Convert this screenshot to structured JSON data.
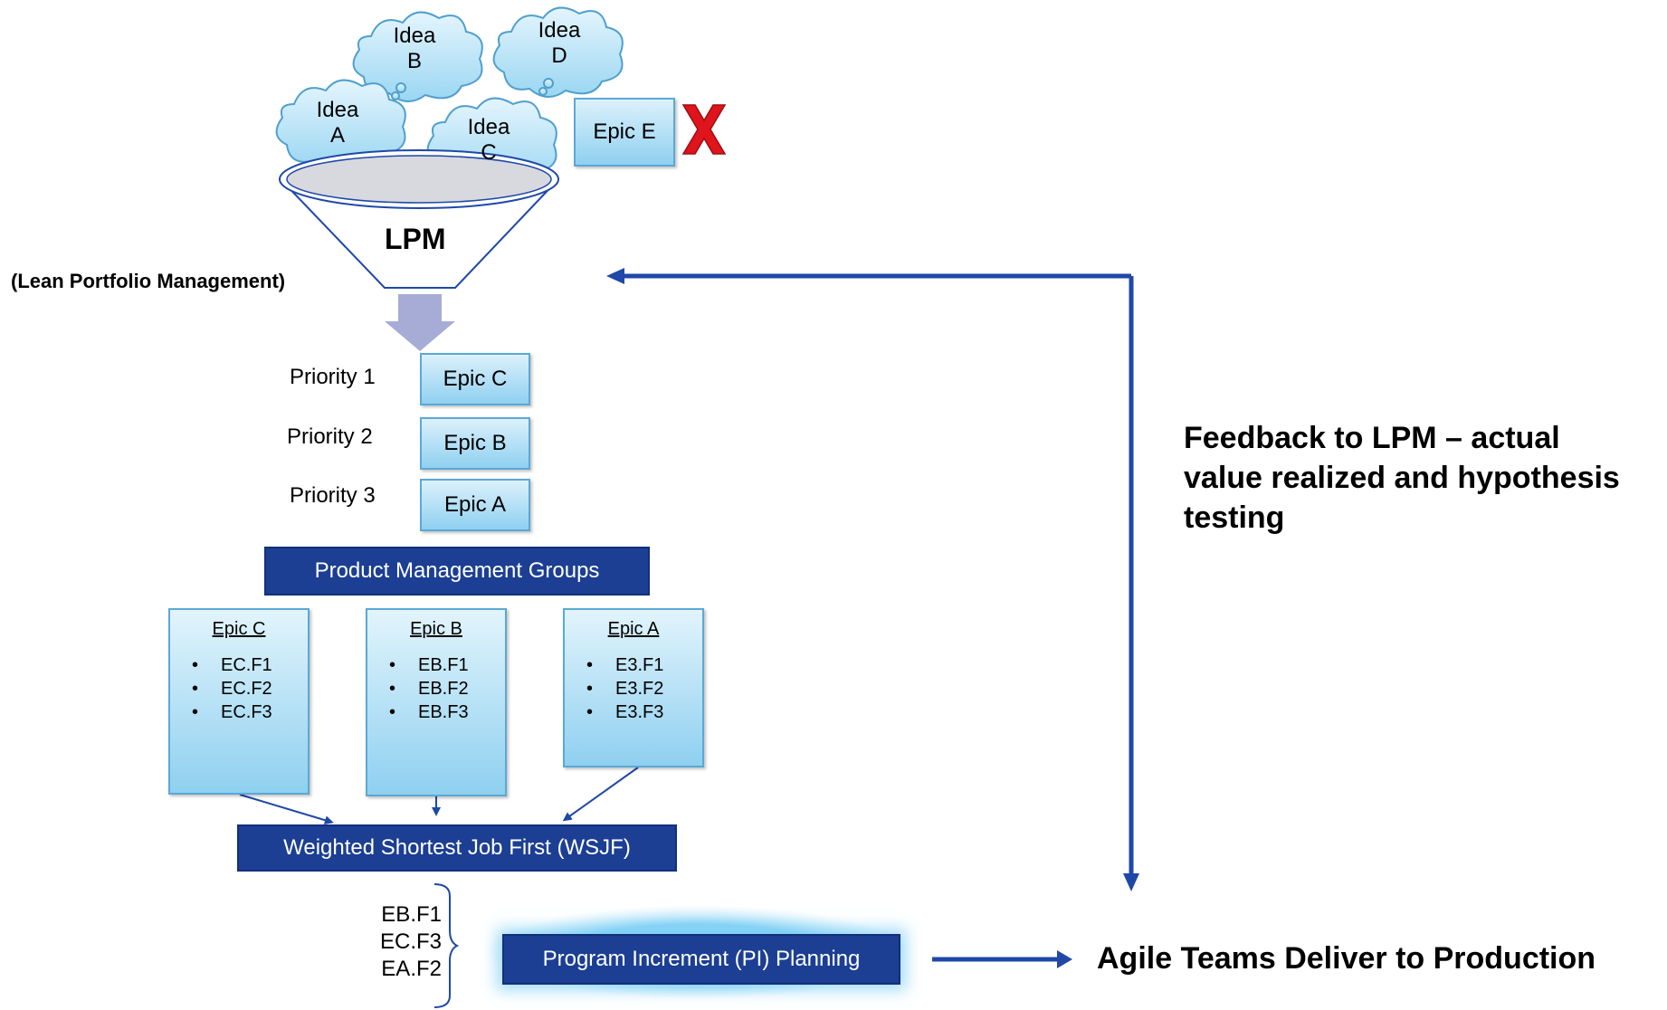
{
  "ideas": [
    {
      "line1": "Idea",
      "line2": "A"
    },
    {
      "line1": "Idea",
      "line2": "B"
    },
    {
      "line1": "Idea",
      "line2": "C"
    },
    {
      "line1": "Idea",
      "line2": "D"
    }
  ],
  "rejected_epic": "Epic E",
  "funnel": {
    "label": "LPM",
    "subtitle": "(Lean Portfolio Management)"
  },
  "priorities": [
    {
      "label": "Priority 1",
      "epic": "Epic C"
    },
    {
      "label": "Priority 2",
      "epic": "Epic B"
    },
    {
      "label": "Priority 3",
      "epic": "Epic A"
    }
  ],
  "product_management": "Product Management Groups",
  "epic_cards": [
    {
      "title": "Epic C",
      "features": [
        "EC.F1",
        "EC.F2",
        "EC.F3"
      ]
    },
    {
      "title": "Epic B",
      "features": [
        "EB.F1",
        "EB.F2",
        "EB.F3"
      ]
    },
    {
      "title": "Epic A",
      "features": [
        "E3.F1",
        "E3.F2",
        "E3.F3"
      ]
    }
  ],
  "bullet": "•",
  "wsjf": "Weighted Shortest Job First (WSJF)",
  "selected_features": [
    "EB.F1",
    "EC.F3",
    "EA.F2"
  ],
  "pi_planning": "Program Increment (PI) Planning",
  "delivery": "Agile Teams Deliver to Production",
  "feedback": [
    "Feedback to LPM – actual",
    "value realized and hypothesis",
    "testing"
  ],
  "colors": {
    "navy": "#1c3f94",
    "arrow": "#1f48a8",
    "light_blue": "#8fd0f0",
    "reject": "#e0141b"
  }
}
